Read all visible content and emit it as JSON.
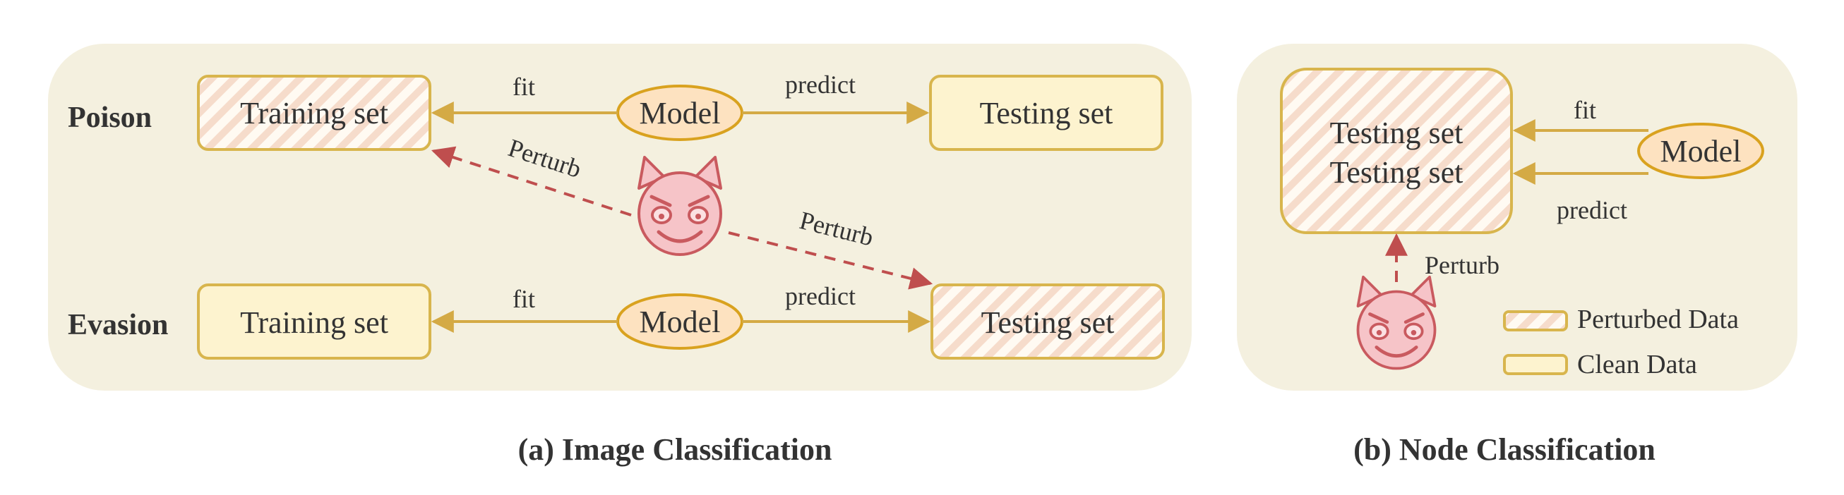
{
  "panel_a": {
    "rows": [
      {
        "label": "Poison",
        "left_box": "Training set",
        "model": "Model",
        "right_box": "Testing set",
        "fit_label": "fit",
        "predict_label": "predict",
        "perturbed": "left"
      },
      {
        "label": "Evasion",
        "left_box": "Training set",
        "model": "Model",
        "right_box": "Testing set",
        "fit_label": "fit",
        "predict_label": "predict",
        "perturbed": "right"
      }
    ],
    "perturb_left_label": "Perturb",
    "perturb_right_label": "Perturb",
    "caption": "(a) Image Classification"
  },
  "panel_b": {
    "box_line1": "Testing set",
    "box_line2": "Testing set",
    "model": "Model",
    "fit_label": "fit",
    "predict_label": "predict",
    "perturb_label": "Perturb",
    "legend": [
      {
        "label": "Perturbed Data",
        "style": "hatched"
      },
      {
        "label": "Clean Data",
        "style": "clean"
      }
    ],
    "caption": "(b) Node Classification"
  },
  "icons": {
    "attacker": "devil-face-icon"
  },
  "colors": {
    "panel_bg": "#f4f0df",
    "box_fill": "#fdf3cf",
    "box_stroke": "#d8b54d",
    "model_fill": "#fde2c0",
    "model_stroke": "#d9a21f",
    "arrow": "#d4aa45",
    "perturb_arrow": "#bf4e4e",
    "devil_fill": "#f6c4c8",
    "devil_stroke": "#c95a5f",
    "hatch": "#f6dccb"
  }
}
